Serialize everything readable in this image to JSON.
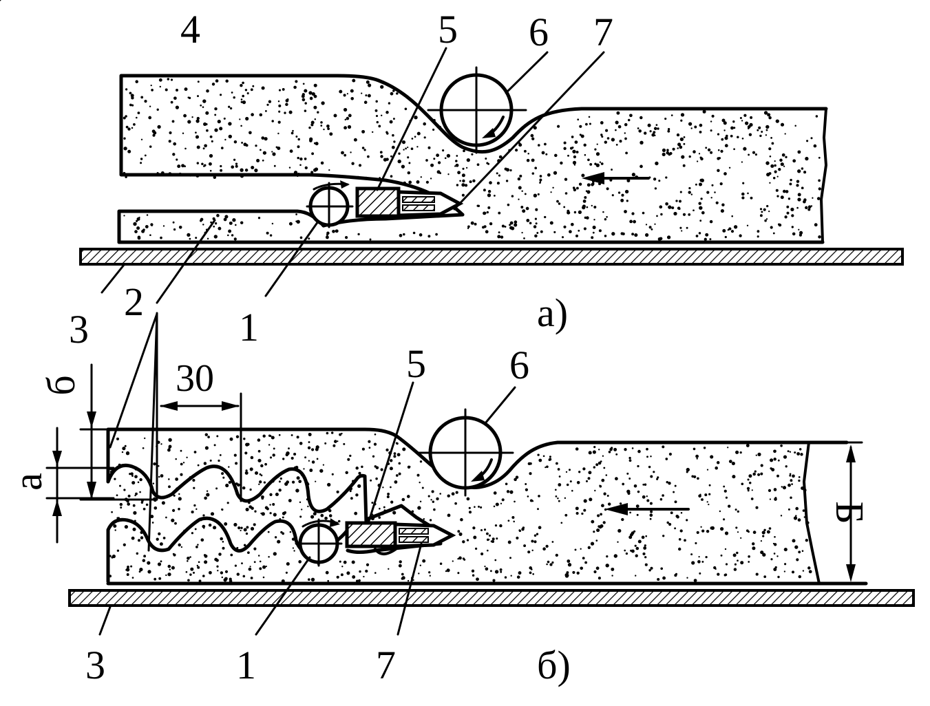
{
  "diagram": {
    "top": {
      "caption": "а)",
      "labels": {
        "l1": "1",
        "l2": "2",
        "l3": "3",
        "l4": "4",
        "l5": "5",
        "l6": "6",
        "l7": "7"
      }
    },
    "bottom": {
      "caption": "б)",
      "labels": {
        "l1": "1",
        "l3": "3",
        "l5": "5",
        "l6": "6",
        "l7": "7"
      },
      "dimensions": {
        "a": "а",
        "b": "б",
        "pitch": "30",
        "thickness": "Б"
      }
    },
    "colors": {
      "ink": "#000000",
      "paper": "#ffffff"
    }
  }
}
